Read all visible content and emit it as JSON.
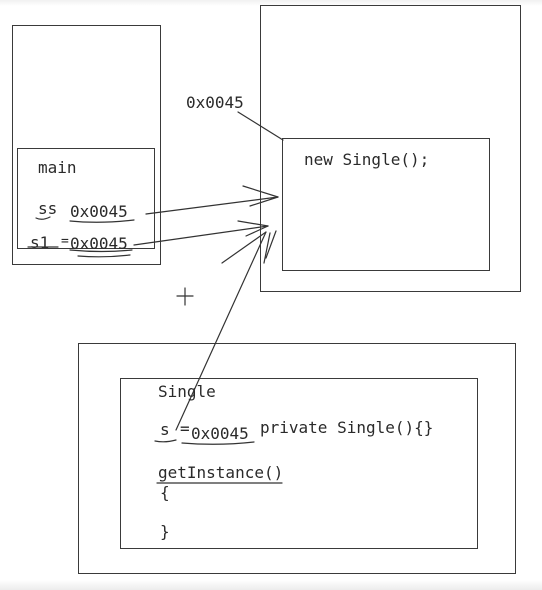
{
  "stack": {
    "frame_label": "main",
    "var_ss": "ss",
    "ss_value": "0x0045",
    "var_s1": "s1",
    "s1_equals": "=",
    "s1_value": "0x0045"
  },
  "heap": {
    "address_label": "0x0045",
    "object_code": "new Single();"
  },
  "method_area": {
    "class_name": "Single",
    "field_name": "s",
    "field_equals": "=",
    "field_value": "0x0045",
    "constructor": "private Single(){}",
    "method_name": "getInstance()",
    "open_brace": "{",
    "close_brace": "}"
  },
  "colors": {
    "stroke": "#3a3a3a",
    "pen": "#333333"
  }
}
